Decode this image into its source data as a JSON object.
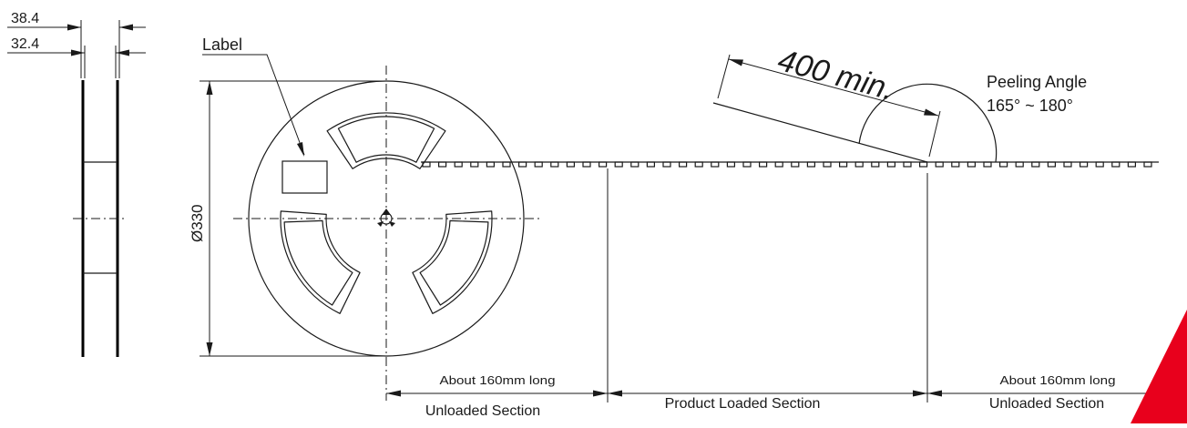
{
  "side_view": {
    "dim_outer": "38.4",
    "dim_inner": "32.4"
  },
  "reel": {
    "label_callout": "Label",
    "diameter": "Ø330"
  },
  "peel": {
    "length": "400 min.",
    "angle_title": "Peeling Angle",
    "angle_range": "165° ~ 180°"
  },
  "sections": {
    "left_length": "About 160mm long",
    "left_name": "Unloaded Section",
    "middle_name": "Product Loaded Section",
    "right_length": "About 160mm long",
    "right_name": "Unloaded Section"
  },
  "colors": {
    "line": "#1a1a1a",
    "accent_mark": "#e8001c"
  }
}
